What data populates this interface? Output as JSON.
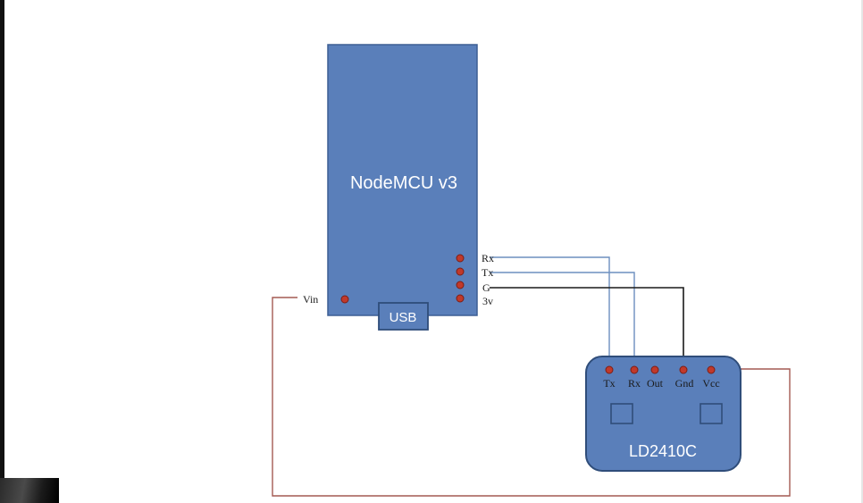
{
  "nodemcu": {
    "title": "NodeMCU v3",
    "usb_label": "USB",
    "pins": {
      "rx": "Rx",
      "tx": "Tx",
      "g": "G",
      "v3": "3v",
      "vin": "Vin"
    }
  },
  "sensor": {
    "title": "LD2410C",
    "pins": {
      "tx": "Tx",
      "rx": "Rx",
      "out": "Out",
      "gnd": "Gnd",
      "vcc": "Vcc"
    }
  },
  "colors": {
    "board_fill": "#5a7fba",
    "board_stroke": "#3d5f94",
    "pin_fill": "#c0392b",
    "pin_stroke": "#7d1e14",
    "serial_wire": "#6d8fbf",
    "ground_wire": "#1a1a1a",
    "power_wire": "#a45a52"
  }
}
